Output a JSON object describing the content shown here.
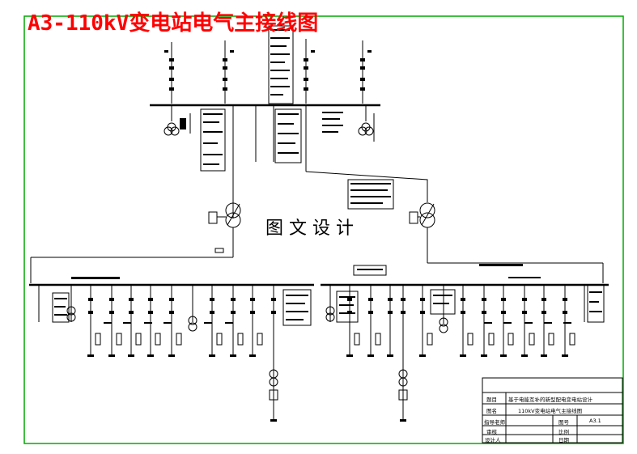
{
  "title": "A3-110kV变电站电气主接线图",
  "watermark": "图文设计",
  "title_block": {
    "row1_label": "题目",
    "row1_value": "基于电能互补的新型配电变电站设计",
    "row2_label": "图名",
    "row2_value": "110kV变电站电气主接线图",
    "row3_label": "指导老师",
    "row3_mid_label": "图号",
    "row3_value": "A3.1",
    "row4_label": "审核",
    "row4_mid_label": "比例",
    "row5_label": "设计人",
    "row5_mid_label": "日期"
  },
  "colors": {
    "frame": "#00aa00",
    "title": "#ff0000",
    "line": "#000000"
  }
}
